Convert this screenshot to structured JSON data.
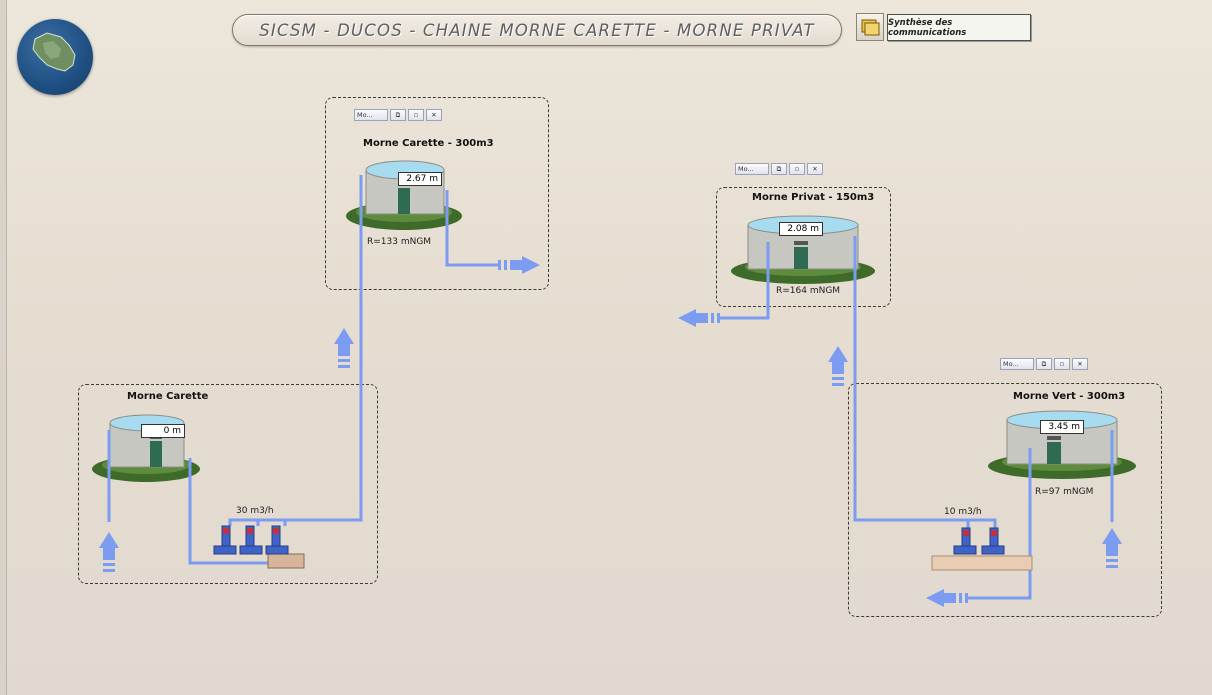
{
  "header": {
    "title": "SICSM - DUCOS - CHAINE MORNE CARETTE - MORNE PRIVAT",
    "synthese_label": "Synthèse des communications"
  },
  "colors": {
    "pipe": "#7b9cf0",
    "accent": "#3f63c9",
    "water": "#9fd6ee"
  },
  "window_bar": {
    "title": "Mo...",
    "icons": [
      "restore-icon",
      "maximize-icon",
      "close-icon"
    ]
  },
  "stations": {
    "morne_carette_reservoir": {
      "name": "Morne Carette - 300m3",
      "level": "2.67 m",
      "ref": "R=133 mNGM"
    },
    "morne_carette_pump": {
      "name": "Morne Carette",
      "level": "0 m",
      "flow": "30 m3/h"
    },
    "morne_privat": {
      "name": "Morne Privat - 150m3",
      "level": "2.08 m",
      "ref": "R=164 mNGM"
    },
    "morne_vert": {
      "name": "Morne Vert - 300m3",
      "level": "3.45 m",
      "ref": "R=97 mNGM",
      "flow": "10 m3/h"
    }
  }
}
